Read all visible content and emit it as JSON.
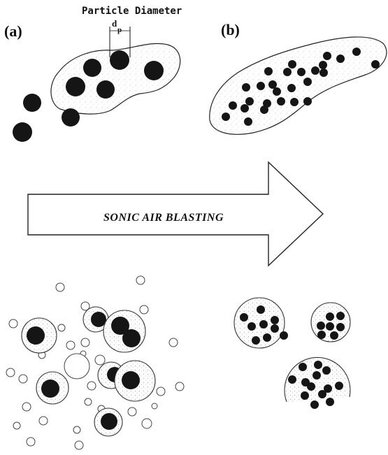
{
  "labels": {
    "panel_a": "(a)",
    "panel_b": "(b)",
    "particle_diameter": "Particle Diameter",
    "dp_main": "d",
    "dp_sub": "p",
    "arrow_text": "SONIC AIR BLASTING"
  },
  "colors": {
    "particle": "#151515",
    "outline": "#222222",
    "background": "#ffffff"
  }
}
